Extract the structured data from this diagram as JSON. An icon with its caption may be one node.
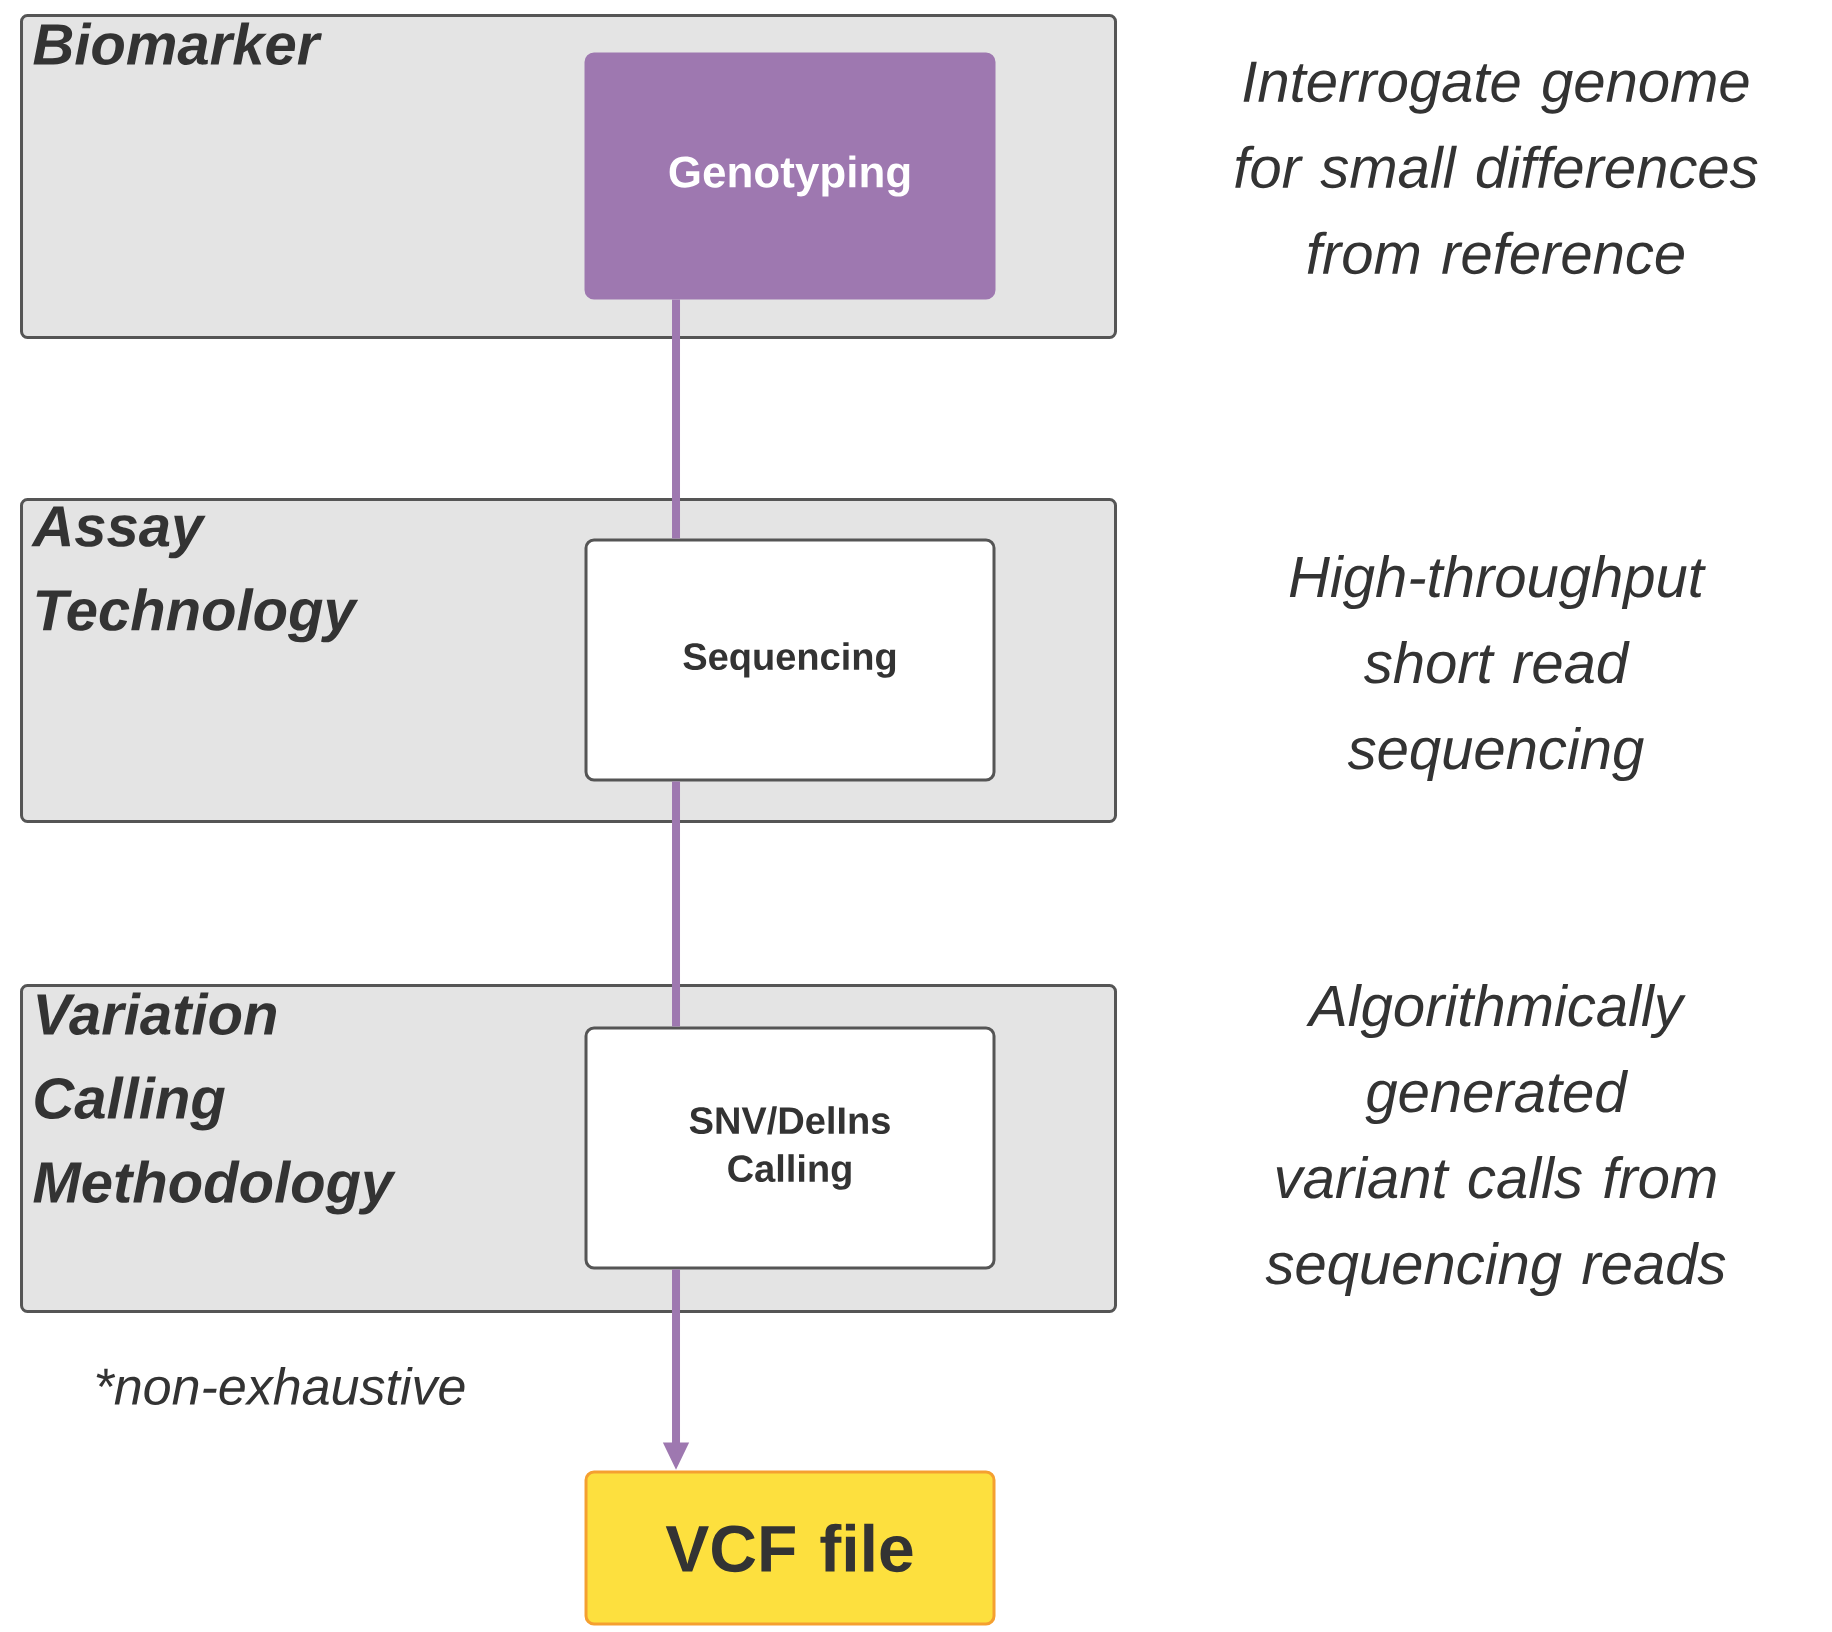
{
  "diagram": {
    "nodes": [
      {
        "text": [
          "Biomarker"
        ],
        "beside": [
          "Interrogate genome for small differences from reference"
        ]
      },
      {
        "text": [
          "Genotyping"
        ],
        "in": 0
      },
      {
        "text": [
          "Assay Technology"
        ],
        "beside": [
          "High-throughput short read sequencing"
        ]
      },
      {
        "text": [
          "Sequencing"
        ],
        "in": 2
      },
      {
        "text": [
          "Variation Calling Methodology"
        ],
        "beside": [
          "Algorithmically generated variant calls from sequencing reads"
        ]
      },
      {
        "text": [
          "SNV/DelIns Calling"
        ],
        "in": 4
      },
      {
        "text": [
          "VCF file"
        ]
      }
    ],
    "edges": [
      {
        "from": 1,
        "to": 3,
        "arrow": "none"
      },
      {
        "from": 3,
        "to": 5,
        "arrow": "none"
      },
      {
        "from": 5,
        "to": 6,
        "arrow": "to"
      }
    ],
    "labels": [
      "*non-exhaustive"
    ]
  }
}
